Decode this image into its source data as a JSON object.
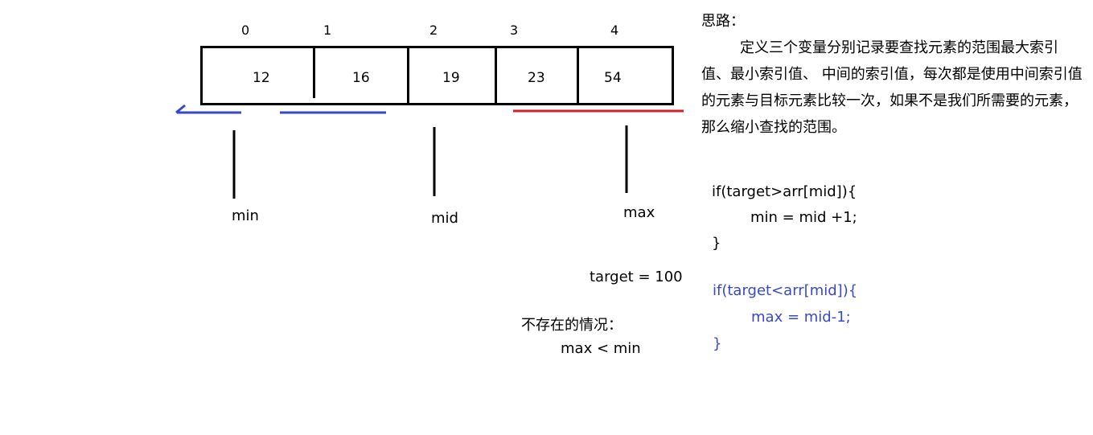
{
  "array": {
    "indices": [
      "0",
      "1",
      "2",
      "3",
      "4"
    ],
    "values": [
      "12",
      "16",
      "19",
      "23",
      "54"
    ]
  },
  "pointers": {
    "min": "min",
    "mid": "mid",
    "max": "max"
  },
  "target_text": "target = 100",
  "not_exist": {
    "title": "不存在的情况：",
    "condition": "max < min"
  },
  "explanation": {
    "title": "思路：",
    "body": "定义三个变量分别记录要查找元素的范围最大索引值、最小索引值、 中间的索引值，每次都是使用中间索引值的元素与目标元素比较一次，如果不是我们所需要的元素，那么缩小查找的范围。"
  },
  "code_greater": {
    "line1": "if(target>arr[mid]){",
    "line2": "min = mid +1;",
    "line3": "}"
  },
  "code_less": {
    "line1": "if(target<arr[mid]){",
    "line2": "max = mid-1;",
    "line3": "}"
  },
  "colors": {
    "left_arrow": "#3a48c8",
    "right_line": "#d02030",
    "code_less": "#3a48c8"
  }
}
